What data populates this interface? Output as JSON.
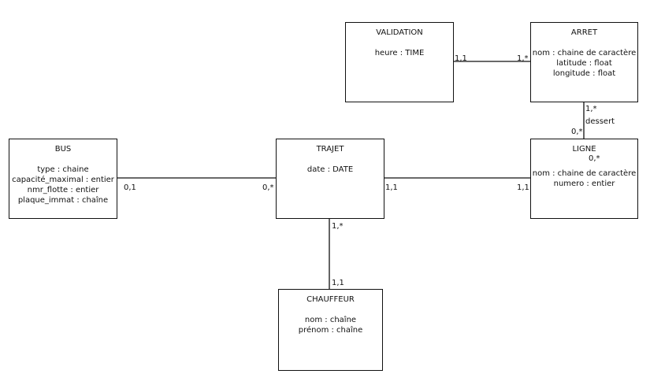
{
  "entities": {
    "validation": {
      "name": "VALIDATION",
      "attributes": [
        "heure : TIME"
      ]
    },
    "arret": {
      "name": "ARRET",
      "attributes": [
        "nom : chaine de caractère",
        "latitude : float",
        "longitude  : float"
      ]
    },
    "bus": {
      "name": "BUS",
      "attributes": [
        "type : chaine",
        "capacité_maximal : entier",
        "nmr_flotte : entier",
        "plaque_immat : chaîne"
      ]
    },
    "trajet": {
      "name": "TRAJET",
      "attributes": [
        "date : DATE"
      ]
    },
    "ligne": {
      "name": "LIGNE",
      "attributes": [
        "nom : chaine de caractère",
        "numero  : entier"
      ]
    },
    "chauffeur": {
      "name": "CHAUFFEUR",
      "attributes": [
        "nom : chaîne",
        "prénom : chaîne"
      ]
    }
  },
  "relations": {
    "validation_arret": {
      "left": "1,1",
      "right": "1,*"
    },
    "arret_ligne": {
      "top": "1,*",
      "label": "dessert",
      "bottom": "0,*"
    },
    "ligne_extra": {
      "label": "0,*"
    },
    "bus_trajet": {
      "left": "0,1",
      "right": "0,*"
    },
    "trajet_ligne": {
      "left": "1,1",
      "right": "1,1"
    },
    "trajet_chauffeur": {
      "top": "1,*",
      "bottom": "1,1"
    }
  }
}
